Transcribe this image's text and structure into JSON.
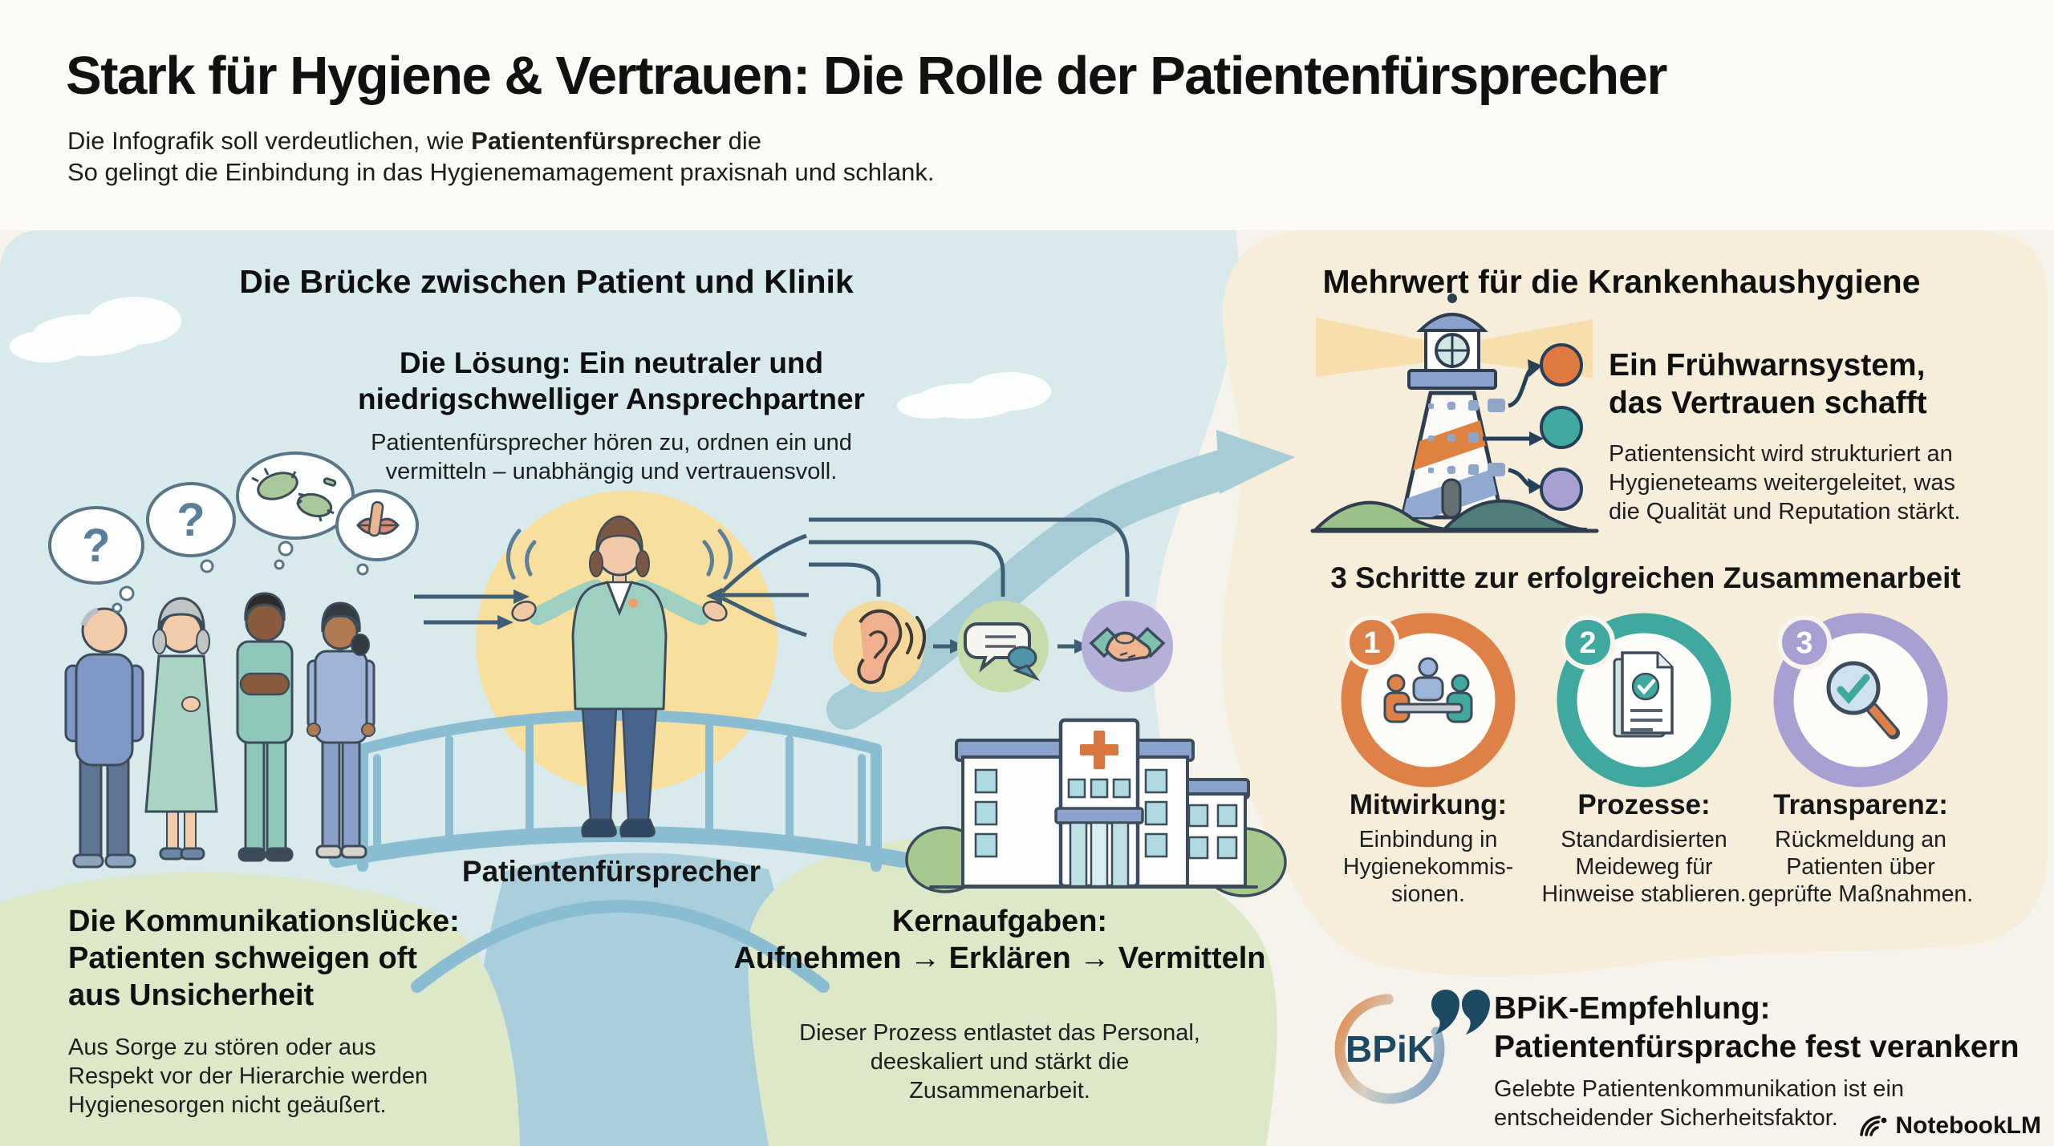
{
  "header": {
    "title": "Stark für Hygiene & Vertrauen: Die Rolle der Patientenfürsprecher",
    "subtitle1_a": "Die Infografik soll verdeutlichen, wie ",
    "subtitle1_b": "Patientenfürsprecher",
    "subtitle1_c": " die",
    "subtitle2": "So gelingt die Einbindung in das Hygienemamagement praxisnah und schlank."
  },
  "left_section": {
    "heading": "Die Brücke zwischen Patient und Klinik",
    "solution": {
      "title_line1": "Die Lösung: Ein neutraler und",
      "title_line2": "niedrigschwelliger Ansprechpartner",
      "body_line1": "Patientenfürsprecher hören zu, ordnen ein und",
      "body_line2": "vermitteln – unabhängig und vertrauensvoll."
    },
    "advocate_label": "Patientenfürsprecher",
    "thought_bubbles": {
      "q1": "?",
      "q2": "?",
      "germs_icon": "germs",
      "silence_icon": "lips-finger"
    },
    "gap": {
      "title_line1": "Die Kommunikationslücke:",
      "title_line2": "Patienten schweigen oft",
      "title_line3": "aus Unsicherheit",
      "body_line1": "Aus Sorge zu stören oder aus",
      "body_line2": "Respekt vor der Hierarchie werden",
      "body_line3": "Hygienesorgen nicht geäußert."
    },
    "core_tasks": {
      "title_line1": "Kernaufgaben:",
      "title_line2": "Aufnehmen → Erklären → Vermitteln",
      "body_line1": "Dieser Prozess entlastet das Personal,",
      "body_line2": "deeskaliert und stärkt die",
      "body_line3": "Zusammenarbeit."
    }
  },
  "right_section": {
    "heading": "Mehrwert für die Krankenhaushygiene",
    "early_warning": {
      "title_line1": "Ein Frühwarnsystem,",
      "title_line2": "das Vertrauen schafft",
      "body_line1": "Patientensicht wird strukturiert an",
      "body_line2": "Hygieneteams weitergeleitet, was",
      "body_line3": "die Qualität und Reputation stärkt."
    },
    "steps_heading": "3 Schritte zur erfolgreichen Zusammenarbeit",
    "steps": [
      {
        "number": "1",
        "title": "Mitwirkung:",
        "body_line1": "Einbindung in",
        "body_line2": "Hygienekommis-",
        "body_line3": "sionen.",
        "color": "#dd8149"
      },
      {
        "number": "2",
        "title": "Prozesse:",
        "body_line1": "Standardisierten",
        "body_line2": "Meideweg für",
        "body_line3": "Hinweise stablieren.",
        "color": "#3fa89f"
      },
      {
        "number": "3",
        "title": "Transparenz:",
        "body_line1": "Rückmeldung an",
        "body_line2": "Patienten über",
        "body_line3": "geprüfte Maßnahmen.",
        "color": "#a89fd3"
      }
    ],
    "recommendation": {
      "logo_text": "BPiK",
      "title_line1": "BPiK-Empfehlung:",
      "title_line2": "Patientenfürsprache fest verankern",
      "body_line1": "Gelebte Patientenkommunikation ist ein",
      "body_line2": "entscheidender Sicherheitsfaktor."
    }
  },
  "footer": {
    "watermark": "NotebookLM"
  },
  "colors": {
    "accent_orange": "#dd8149",
    "accent_teal": "#3fa89f",
    "accent_purple": "#a89fd3",
    "panel_blue": "#d9eaec",
    "panel_cream": "#f6eeda",
    "panel_green": "#dce8c8",
    "river_blue": "#a9cfdc",
    "bridge_blue": "#8abdd2",
    "flow_line": "#3f5e74",
    "dark_navy": "#1d4a63",
    "sun_yellow": "#f8df9d"
  }
}
